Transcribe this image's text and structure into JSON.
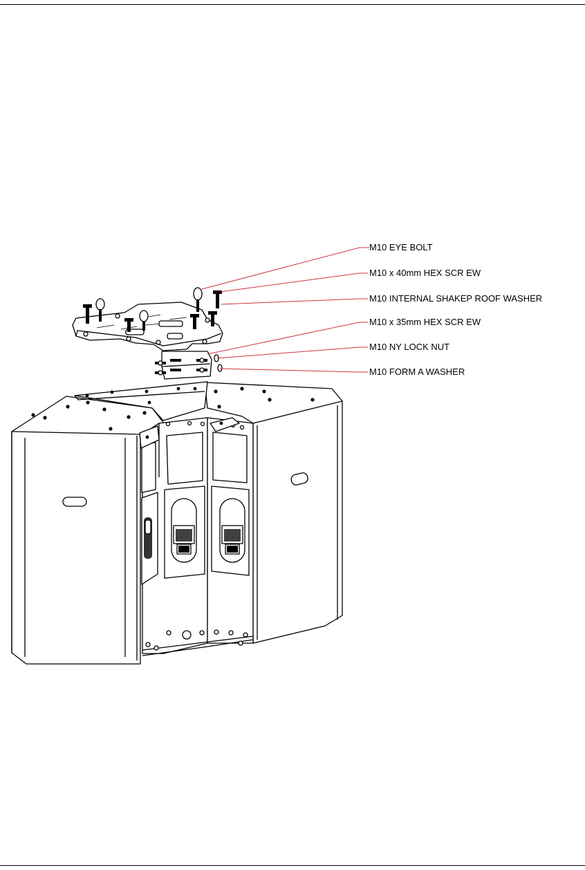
{
  "callouts": [
    {
      "label": "M10 EYE BOLT"
    },
    {
      "label": "M10 x 40mm HEX SCR EW"
    },
    {
      "label": "M10 INTERNAL SHAKEP ROOF WASHER"
    },
    {
      "label": "M10 x 35mm HEX SCR EW"
    },
    {
      "label": "M10 NY LOCK NUT"
    },
    {
      "label": "M10 FORM A WASHER"
    }
  ],
  "colors": {
    "leader": "#d0343a",
    "line": "#000000",
    "background": "#ffffff"
  }
}
